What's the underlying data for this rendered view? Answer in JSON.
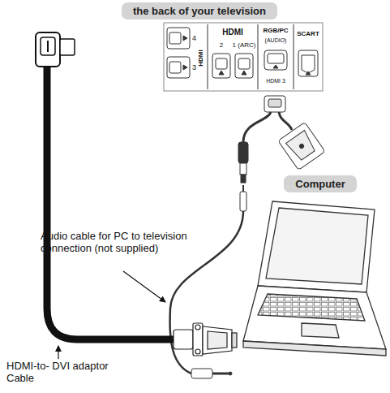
{
  "diagram": {
    "nodes": [
      {
        "text": [
          "the back of your television"
        ]
      },
      {
        "text": [
          "Computer"
        ]
      }
    ],
    "labels": [
      "HDMI",
      "4",
      "3",
      "HDMI",
      "2",
      "1 (ARC)",
      "RGB/PC",
      "(AUDIO)",
      "HDMI 3",
      "SCART",
      "Audio cable for PC to television connection (not supplied)",
      "HDMI-to- DVI adaptor Cable"
    ]
  }
}
